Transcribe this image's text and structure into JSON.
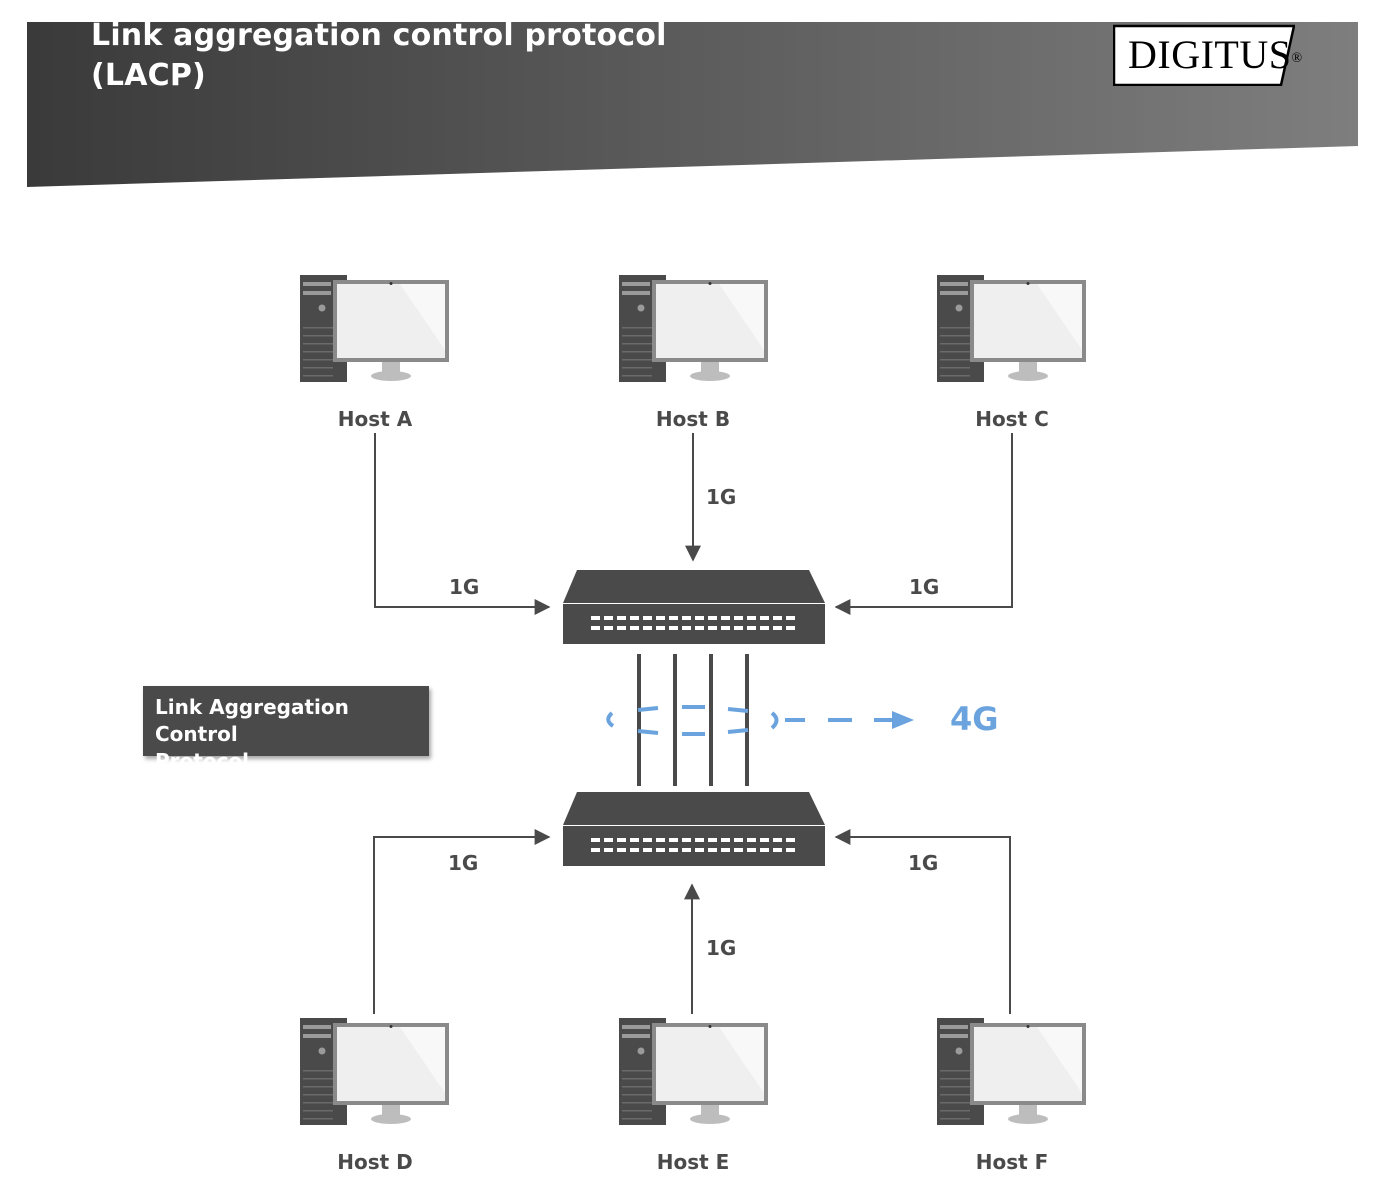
{
  "header": {
    "title_line1": "Link aggregation control protocol",
    "title_line2": "(LACP)",
    "logo_text": "DIGITUS",
    "logo_mark": "®",
    "banner_color_dark": "#3a3a3a",
    "banner_color_light": "#7e7e7e"
  },
  "hosts": [
    {
      "label": "Host A"
    },
    {
      "label": "Host B"
    },
    {
      "label": "Host C"
    },
    {
      "label": "Host D"
    },
    {
      "label": "Host E"
    },
    {
      "label": "Host F"
    }
  ],
  "links": {
    "host_a": "1G",
    "host_b": "1G",
    "host_c": "1G",
    "host_d": "1G",
    "host_e": "1G",
    "host_f": "1G"
  },
  "aggregation": {
    "label": "4G",
    "color": "#6aa3dd",
    "trunk_link_count": 4
  },
  "callout": {
    "text_line1": "Link Aggregation Control",
    "text_line2": "Protocol"
  },
  "colors": {
    "device": "#4a4a4a",
    "screen": "#efefef",
    "line": "#4a4a4a"
  },
  "icons": {
    "host": "desktop-computer-icon",
    "switch": "network-switch-icon"
  }
}
